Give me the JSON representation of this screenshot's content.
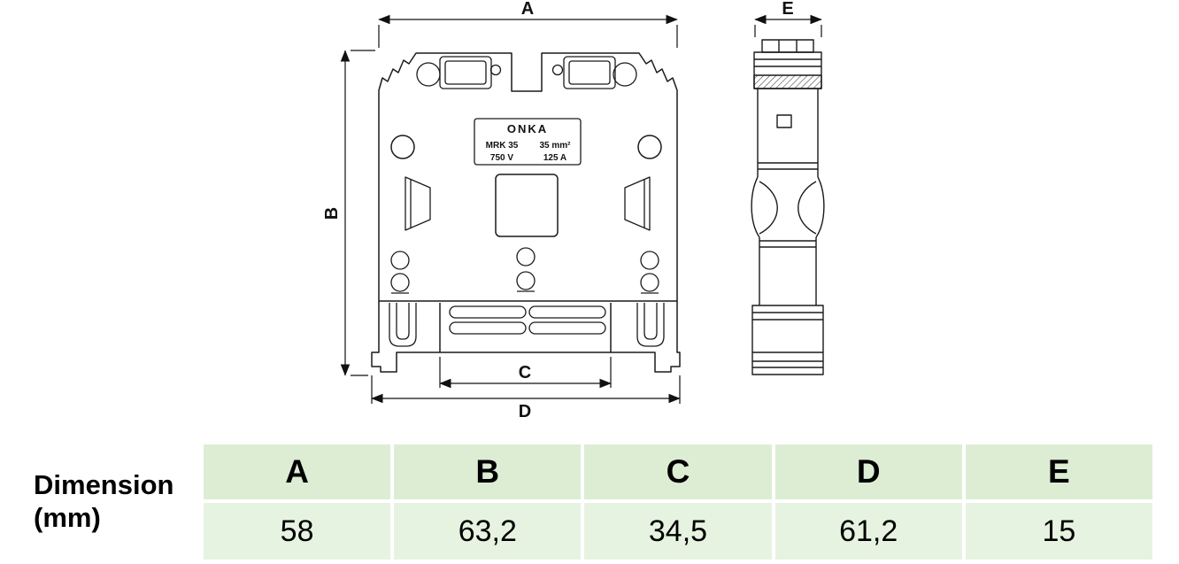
{
  "drawing": {
    "nameplate": {
      "brand": "ONKA",
      "model": "MRK 35",
      "section": "35 mm²",
      "voltage": "750 V",
      "current": "125 A"
    },
    "dims": {
      "a": "A",
      "b": "B",
      "c": "C",
      "d": "D",
      "e": "E"
    }
  },
  "table": {
    "header": {
      "line1": "Dimension",
      "line2": "(mm)"
    },
    "columns": [
      "A",
      "B",
      "C",
      "D",
      "E"
    ],
    "values": [
      "58",
      "63,2",
      "34,5",
      "61,2",
      "15"
    ]
  },
  "colors": {
    "table_header_bg": "#dcedd4",
    "table_value_bg": "#e7f3e1",
    "line_color": "#1a1a1a"
  }
}
